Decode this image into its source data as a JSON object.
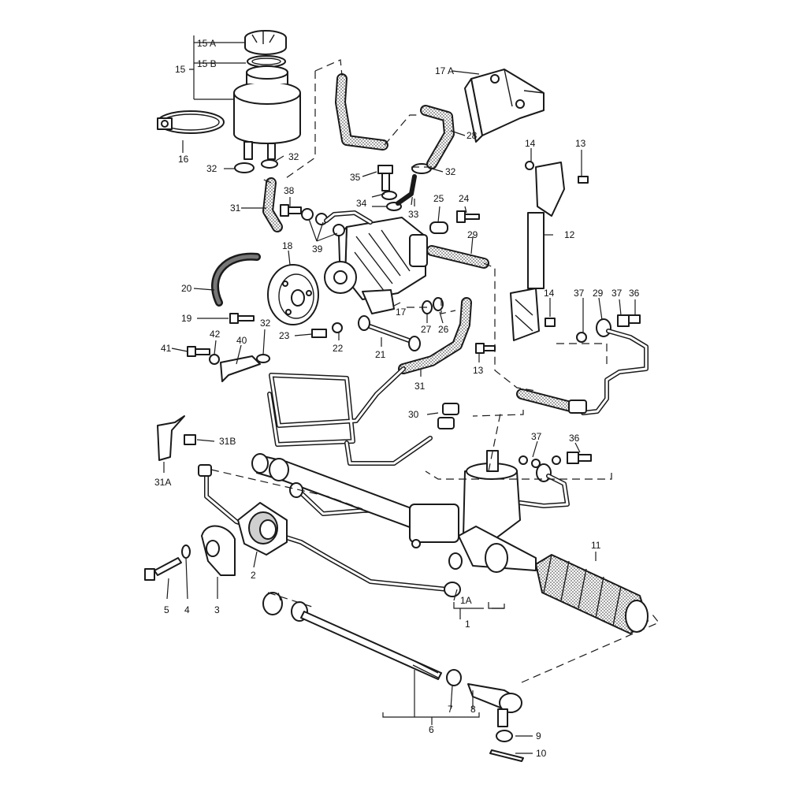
{
  "callouts": {
    "c15A": "15 A",
    "c15B": "15 B",
    "c15": "15",
    "c16": "16",
    "c17A": "17 A",
    "c28": "28",
    "c32a": "32",
    "c32b": "32",
    "c32c": "32",
    "c32d": "32",
    "c14a": "14",
    "c13a": "13",
    "c35": "35",
    "c34": "34",
    "c33": "33",
    "c25": "25",
    "c24": "24",
    "c38": "38",
    "c31a": "31",
    "c39": "39",
    "c29a": "29",
    "c12": "12",
    "c18": "18",
    "c20": "20",
    "c17": "17",
    "c27": "27",
    "c26": "26",
    "c14b": "14",
    "c37a": "37",
    "c29b": "29",
    "c37b": "37",
    "c36a": "36",
    "c19": "19",
    "c23": "23",
    "c22": "22",
    "c21": "21",
    "c42": "42",
    "c40": "40",
    "c41": "41",
    "c13b": "13",
    "c31b": "31",
    "c30": "30",
    "c31B": "31B",
    "c31A": "31A",
    "c37c": "37",
    "c36b": "36",
    "c11": "11",
    "c2": "2",
    "c1A": "1A",
    "c1": "1",
    "c5": "5",
    "c4": "4",
    "c3": "3",
    "c7": "7",
    "c8": "8",
    "c6": "6",
    "c9": "9",
    "c10": "10"
  }
}
